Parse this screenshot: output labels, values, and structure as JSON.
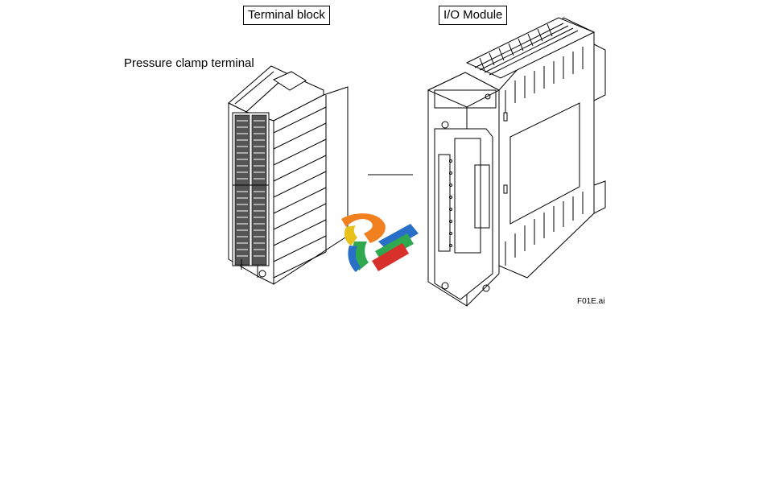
{
  "labels": {
    "terminal_block": "Terminal block",
    "io_module": "I/O Module",
    "pressure_clamp": "Pressure clamp terminal",
    "figure_id": "F01E.ai"
  },
  "icons": {
    "watermark": "logo-swirl-icon"
  },
  "colors": {
    "line": "#000000",
    "terminal_slot_fill": "#555555",
    "logo_orange": "#f08020",
    "logo_blue": "#2a6fc7",
    "logo_green": "#2fa84f",
    "logo_red": "#d8302a",
    "logo_yellow": "#e8c21a"
  }
}
